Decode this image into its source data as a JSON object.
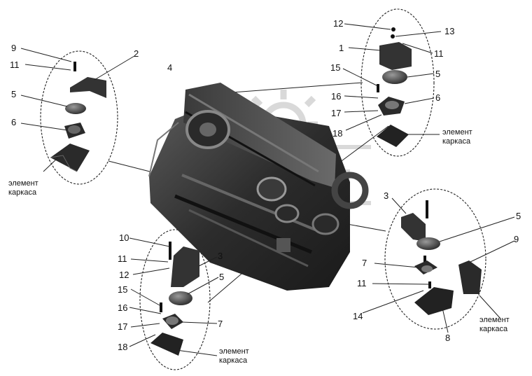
{
  "callouts": {
    "n1": "1",
    "n2": "2",
    "n3a": "3",
    "n3b": "3",
    "n4": "4",
    "n5a": "5",
    "n5b": "5",
    "n5c": "5",
    "n5d": "5",
    "n6a": "6",
    "n6b": "6",
    "n7a": "7",
    "n7b": "7",
    "n8": "8",
    "n9a": "9",
    "n9b": "9",
    "n10": "10",
    "n11a": "11",
    "n11b": "11",
    "n11c": "11",
    "n11d": "11",
    "n12a": "12",
    "n12b": "12",
    "n13": "13",
    "n14": "14",
    "n15a": "15",
    "n15b": "15",
    "n16a": "16",
    "n16b": "16",
    "n17a": "17",
    "n17b": "17",
    "n18a": "18",
    "n18b": "18"
  },
  "frame_label": {
    "line1": "элемент",
    "line2": "каркаса"
  },
  "colors": {
    "ink": "#1a1a1a",
    "engine_dark": "#2b2b2b",
    "engine_mid": "#4a4a4a",
    "engine_light": "#8a8a8a",
    "watermark": "#d8d8d8"
  }
}
